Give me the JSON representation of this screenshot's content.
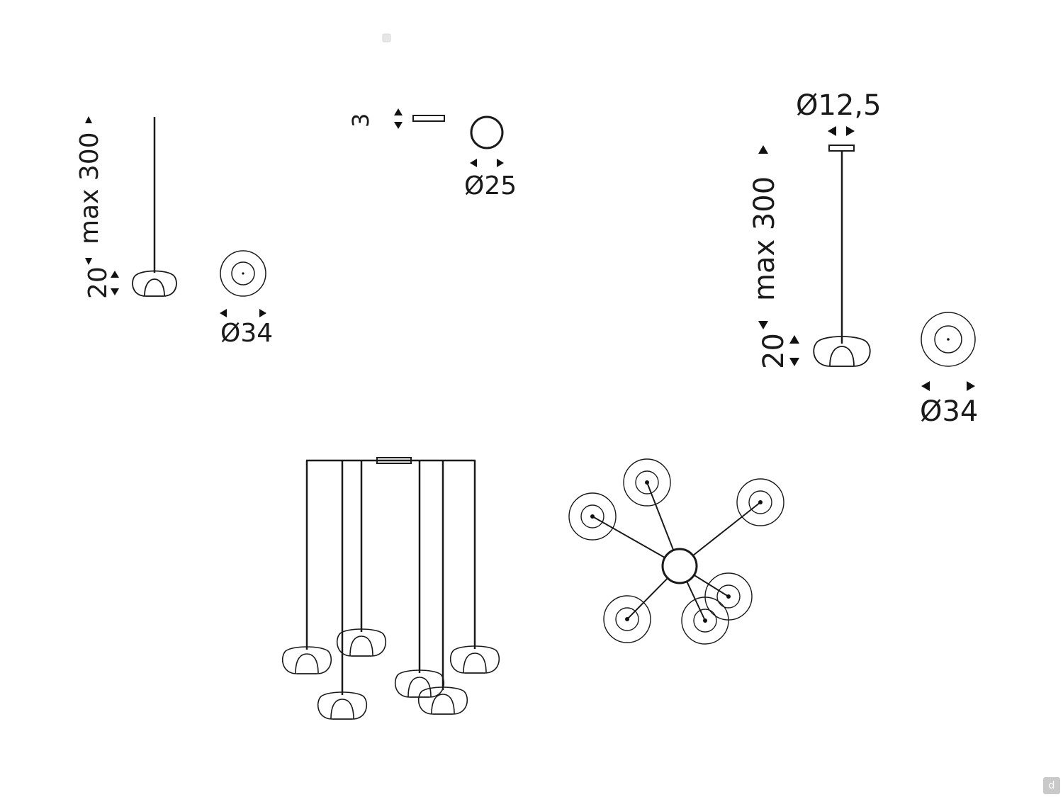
{
  "single_pendant": {
    "height_label": "max 300",
    "shade_height_label": "20",
    "shade_diameter_label": "Ø34"
  },
  "canopy_small": {
    "thickness_label": "3",
    "diameter_label": "Ø25"
  },
  "single_pendant_canopy": {
    "canopy_diameter_label": "Ø12,5",
    "height_label": "max 300",
    "shade_height_label": "20",
    "shade_diameter_label": "Ø34"
  },
  "corner_badge": {
    "icon": "d-logo-icon",
    "text": "d"
  },
  "colors": {
    "ink": "#1a1a1a",
    "badge": "#c9c9c9"
  }
}
